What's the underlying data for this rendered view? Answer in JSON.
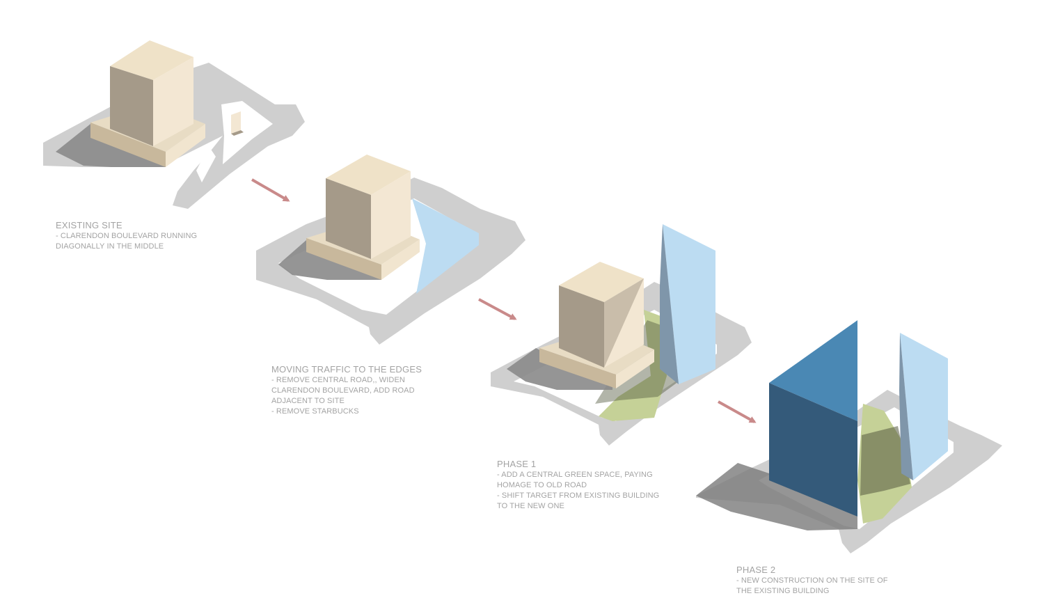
{
  "stages": [
    {
      "id": "existing-site",
      "title": "EXISTING SITE",
      "lines": [
        "- CLARENDON BOULEVARD RUNNING",
        "DIAGONALLY IN THE MIDDLE"
      ]
    },
    {
      "id": "moving-traffic",
      "title": "MOVING TRAFFIC TO THE EDGES",
      "lines": [
        "- REMOVE CENTRAL ROAD,, WIDEN",
        "CLARENDON BOULEVARD, ADD ROAD",
        "ADJACENT TO SITE",
        "- REMOVE STARBUCKS"
      ]
    },
    {
      "id": "phase-1",
      "title": "PHASE 1",
      "lines": [
        "-  ADD A CENTRAL GREEN SPACE, PAYING",
        "HOMAGE TO OLD ROAD",
        "- SHIFT TARGET FROM EXISTING BUILDING",
        "TO THE NEW ONE"
      ]
    },
    {
      "id": "phase-2",
      "title": "PHASE 2",
      "lines": [
        "- NEW CONSTRUCTION  ON THE SITE OF",
        "THE EXISTING BUILDING"
      ]
    }
  ],
  "colors": {
    "road": "#cfcfcf",
    "shadow": "#8a8a8a",
    "existing_building_light": "#f3e7d3",
    "existing_building_dark": "#a59a89",
    "existing_podium": "#c8b89c",
    "new_tower_light": "#bcdcf2",
    "new_tower_dark": "#7f96aa",
    "phase2_tower_front": "#345a7a",
    "phase2_tower_side": "#4a88b4",
    "green_space": "#c5d197",
    "arrow": "#c98a8a",
    "caption_text": "#a3a3a3"
  }
}
